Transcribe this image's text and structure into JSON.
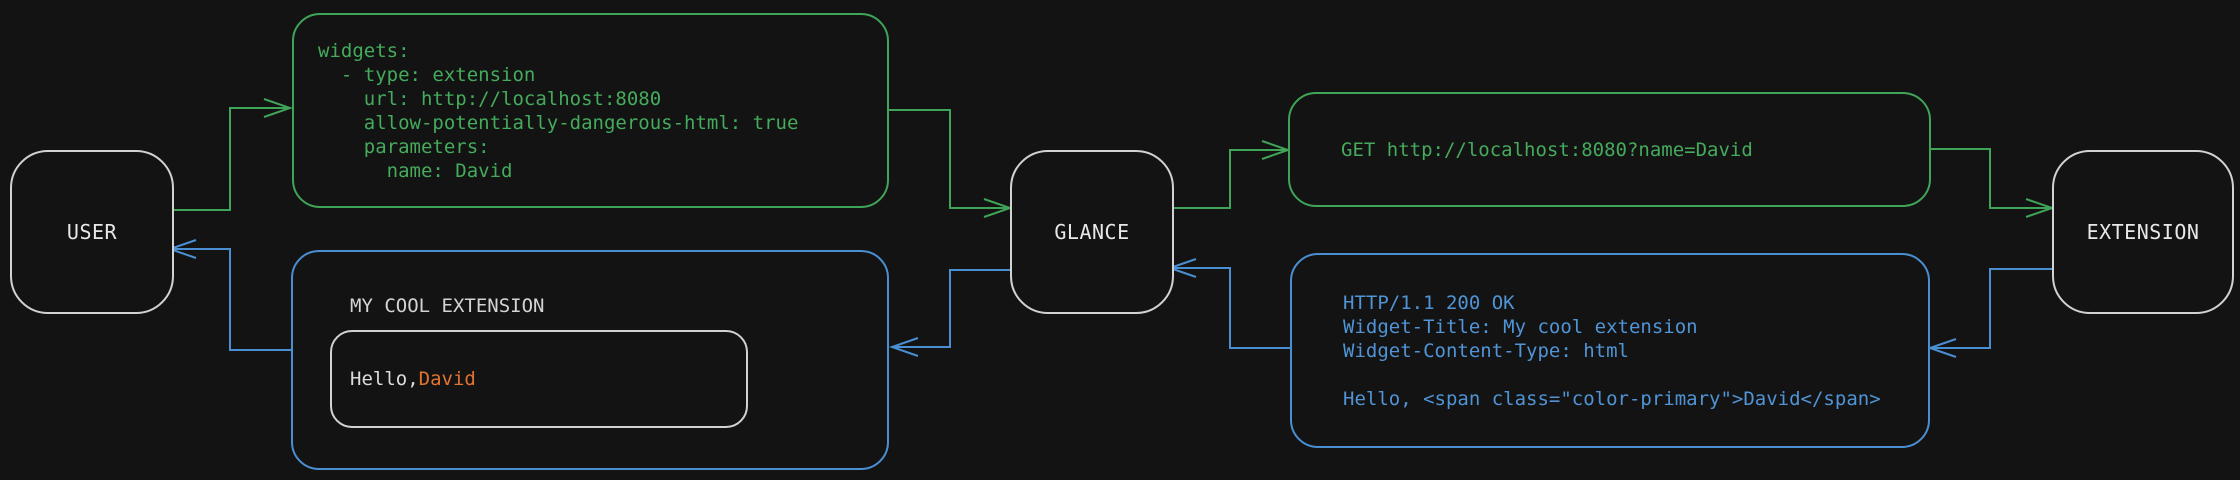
{
  "colors": {
    "background": "#131313",
    "green_accent": "#3fa458",
    "blue_accent": "#4a8fd2",
    "orange_accent": "#e2742f",
    "node_border": "#d2d2d2",
    "light_text": "#dcdcdc"
  },
  "nodes": {
    "user": {
      "label": "USER"
    },
    "glance": {
      "label": "GLANCE"
    },
    "extension": {
      "label": "EXTENSION"
    }
  },
  "messages": {
    "widgets_yaml": {
      "text": "widgets:\n  - type: extension\n    url: http://localhost:8080\n    allow-potentially-dangerous-html: true\n    parameters:\n      name: David"
    },
    "get_request": {
      "text": "GET http://localhost:8080?name=David"
    },
    "http_response": {
      "text": "HTTP/1.1 200 OK\nWidget-Title: My cool extension\nWidget-Content-Type: html\n\nHello, <span class=\"color-primary\">David</span>"
    },
    "widget_preview": {
      "title": "MY COOL EXTENSION",
      "hello_prefix": "Hello, ",
      "hello_name": "David"
    }
  }
}
